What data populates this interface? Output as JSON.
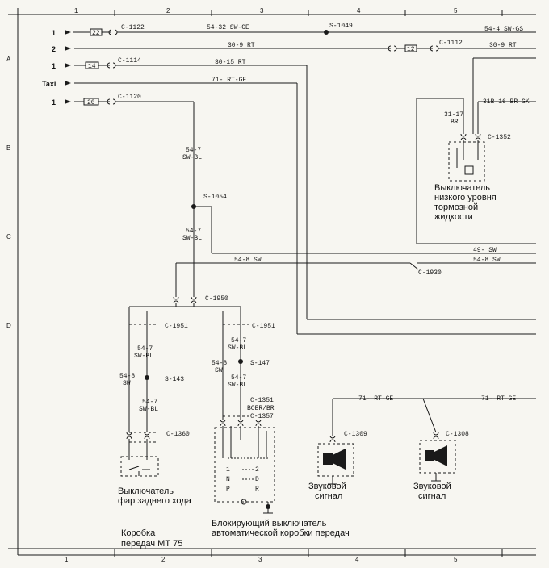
{
  "grid": {
    "columns": [
      "1",
      "2",
      "3",
      "4",
      "5"
    ],
    "rows": [
      "A",
      "B",
      "C",
      "D"
    ]
  },
  "sources": [
    {
      "label": "1",
      "fuse": "22",
      "connector": "C-1122",
      "wire": "54-32 SW-GE"
    },
    {
      "label": "2",
      "connector": "C-1112",
      "fuse": "12",
      "wire": "30-9 RT",
      "wire_end": "30-9 RT"
    },
    {
      "label": "1",
      "fuse": "14",
      "connector": "C-1114",
      "wire": "30-15 RT"
    },
    {
      "label": "Taxi",
      "wire": "71- RT-GE"
    },
    {
      "label": "1",
      "fuse": "20",
      "connector": "C-1120"
    }
  ],
  "splices": {
    "s1049": "S-1049",
    "s1054": "S-1054",
    "s143": "S-143",
    "s147": "S-147"
  },
  "wire_end_1": "54-4 SW-GS",
  "wires": {
    "w547_a": "54-7",
    "w547_a2": "SW-BL",
    "w547_b": "54-7",
    "w547_b2": "SW-BL",
    "w548_main": "54-8 SW",
    "w49": "49- SW",
    "w548_right": "54-8 SW",
    "w3117": "31-17",
    "w3117b": "BR",
    "w318": "31B-16 BR-GK",
    "w547_c": "54-7",
    "w547_c2": "SW-BL",
    "w548_l": "54-8",
    "w548_l2": "SW",
    "w547_d": "54-7",
    "w547_d2": "SW-BL",
    "w547_e": "54-7",
    "w547_e2": "SW-BL",
    "w548_m": "54-8",
    "w548_m2": "SW",
    "w547_f": "54-7",
    "w547_f2": "SW-BL",
    "w71_h1": "71- RT-GE",
    "w71_h2": "71- RT-GE"
  },
  "connectors": {
    "c1950": "C-1950",
    "c1951a": "C-1951",
    "c1951b": "C-1951",
    "c1360": "C-1360",
    "c1351": "C-1351",
    "c1351b": "BOER/BR",
    "c1357": "C-1357",
    "c1352": "C-1352",
    "c1930": "C-1930",
    "c1309": "C-1309",
    "c1308": "C-1308"
  },
  "selector": [
    "1",
    "N",
    "P",
    "2",
    "D",
    "R"
  ],
  "captions": {
    "brake_1": "Выключатель",
    "brake_2": "низкого уровня",
    "brake_3": "тормозной",
    "brake_4": "жидкости",
    "reverse_1": "Выключатель",
    "reverse_2": "фар заднего хода",
    "gearbox_1": "Коробка",
    "gearbox_2": "передач МТ 75",
    "inhibitor_1": "Блокирующий выключатель",
    "inhibitor_2": "автоматической коробки передач",
    "horn_a1": "Звуковой",
    "horn_a2": "сигнал",
    "horn_b1": "Звуковой",
    "horn_b2": "сигнал"
  }
}
